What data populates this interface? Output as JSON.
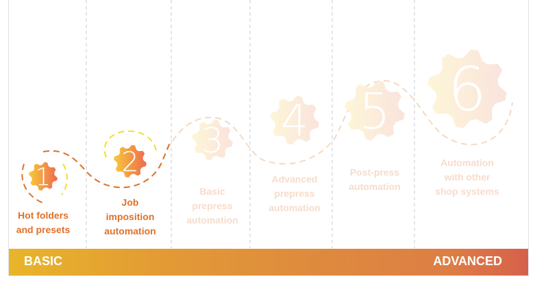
{
  "steps": [
    {
      "number": "1",
      "label": [
        "Hot folders",
        "and presets"
      ],
      "active": true
    },
    {
      "number": "2",
      "label": [
        "Job",
        "imposition",
        "automation"
      ],
      "active": true
    },
    {
      "number": "3",
      "label": [
        "Basic",
        "prepress",
        "automation"
      ],
      "active": false
    },
    {
      "number": "4",
      "label": [
        "Advanced",
        "prepress",
        "automation"
      ],
      "active": false
    },
    {
      "number": "5",
      "label": [
        "Post-press",
        "automation"
      ],
      "active": false
    },
    {
      "number": "6",
      "label": [
        "Automation",
        "with other",
        "shop systems"
      ],
      "active": false
    }
  ],
  "scale": {
    "start_label": "BASIC",
    "end_label": "ADVANCED"
  },
  "colors": {
    "active_text": "#e0702a",
    "inactive_text": "#f7dccb",
    "gear_from": "#f7c93a",
    "gear_to": "#ee6a4f"
  }
}
